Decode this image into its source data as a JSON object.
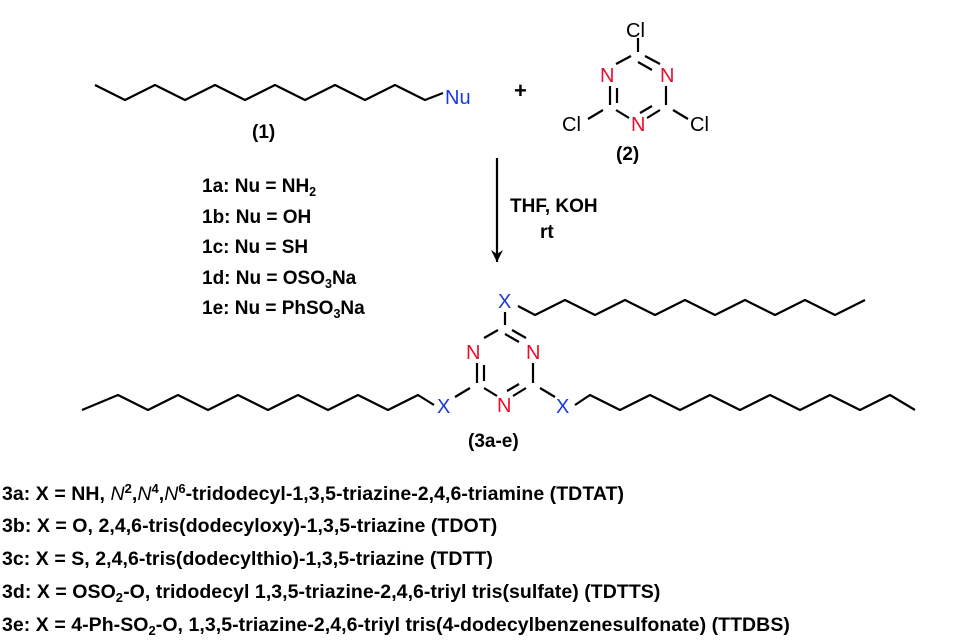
{
  "atoms": {
    "nu": "Nu",
    "chloro": "Cl",
    "nitrogen": "N",
    "x_group": "X"
  },
  "labels": {
    "compound_1": "(1)",
    "compound_2": "(2)",
    "compound_3": "(3a-e)",
    "plus": "+",
    "conditions_line1": "THF, KOH",
    "conditions_line2": "rt"
  },
  "nucleophiles": [
    {
      "prefix": "1a: Nu = NH",
      "sub": "2",
      "suffix": ""
    },
    {
      "prefix": "1b: Nu = OH",
      "sub": "",
      "suffix": ""
    },
    {
      "prefix": "1c: Nu = SH",
      "sub": "",
      "suffix": ""
    },
    {
      "prefix": "1d: Nu = OSO",
      "sub": "3",
      "suffix": "Na"
    },
    {
      "prefix": "1e: Nu = PhSO",
      "sub": "3",
      "suffix": "Na"
    }
  ],
  "products": {
    "p3a": {
      "a": "3a: X = NH, ",
      "n": "N",
      "s2": "2",
      "c1": ",",
      "s4": "4",
      "s6": "6",
      "rest": "-tridodecyl-1,3,5-triazine-2,4,6-triamine  (TDTAT)"
    },
    "p3b": "3b: X = O, 2,4,6-tris(dodecyloxy)-1,3,5-triazine  (TDOT)",
    "p3c": "3c: X = S, 2,4,6-tris(dodecylthio)-1,3,5-triazine  (TDTT)",
    "p3d": {
      "a": "3d: X = OSO",
      "sub": "2",
      "rest": "-O, tridodecyl 1,3,5-triazine-2,4,6-triyl tris(sulfate) (TDTTS)"
    },
    "p3e": {
      "a": "3e: X = 4-Ph-SO",
      "sub": "2",
      "rest": "-O, 1,3,5-triazine-2,4,6-triyl tris(4-dodecylbenzenesulfonate) (TTDBS)"
    }
  },
  "colors": {
    "nitrogen": "#e8112d",
    "x_group": "#1c3ad6",
    "bond": "#000000"
  }
}
